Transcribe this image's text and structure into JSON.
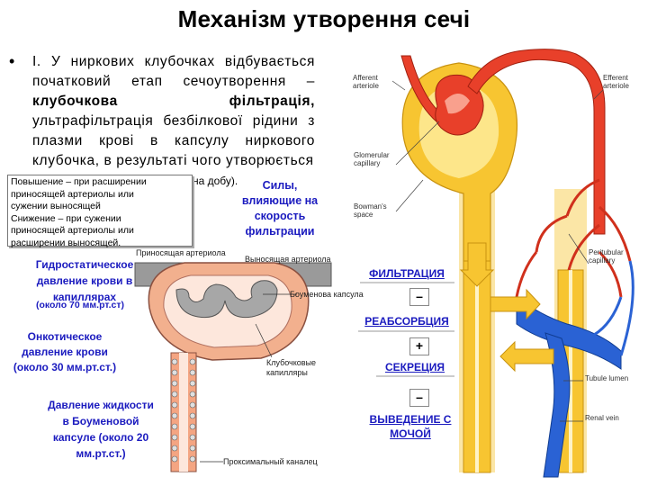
{
  "title": "Механізм утворення сечі",
  "intro": {
    "bullet": "•",
    "prefix": "І. У ниркових клубочках відбувається початковий етап сечоутворення –",
    "bold": "клубочкова фільтрація,",
    "rest": "ультрафільтрація безбілкової рідини з плазми крові в капсулу ниркового клубочка, в результаті чого утворюється",
    "tail": "на добу)."
  },
  "tooltip": {
    "line1": "Повышение – при расширении",
    "line2": "приносящей артериолы или",
    "line3": "сужении выносящей",
    "line4": "Снижение – при сужении",
    "line5": "приносящей артериолы или",
    "line6": "расширении выносящей."
  },
  "forces": "Силы, влияющие на скорость фильтрации",
  "hydrostatic": {
    "label": "Гидростатическое давление крови в капиллярах",
    "value": "(около 70 мм.рт.ст)"
  },
  "oncotic": "Онкотическое давление крови (около 30 мм.рт.ст.)",
  "capsule_fluid": "Давление жидкости в Боуменовой капсуле (около 20 мм.рт.ст.)",
  "glom_labels": {
    "afferent": "Приносящая артериола",
    "efferent": "Выносящая артериола",
    "bowman": "Боуменова капсула",
    "capillaries": "Клубочковые капилляры",
    "proximal": "Проксимальный каналец"
  },
  "nephron_labels": {
    "afferent": "Afferent arteriole",
    "efferent": "Efferent arteriole",
    "glomerular": "Glomerular capillary",
    "bowman": "Bowman's space",
    "peritubular": "Peritubular capillary",
    "lumen": "Tubule lumen",
    "vein": "Renal vein"
  },
  "steps": {
    "filtration": "ФИЛЬТРАЦИЯ",
    "reabsorption": "РЕАБСОРБЦИЯ",
    "secretion": "СЕКРЕЦИЯ",
    "excretion": "ВЫВЕДЕНИЕ С МОЧОЙ",
    "sign_minus1": "–",
    "sign_plus": "+",
    "sign_minus2": "–"
  },
  "colors": {
    "artery": "#e8402a",
    "vein": "#2a62d4",
    "tubule": "#f7c531",
    "tubule_light": "#fbe07a",
    "step_text": "#1b1bbf"
  }
}
